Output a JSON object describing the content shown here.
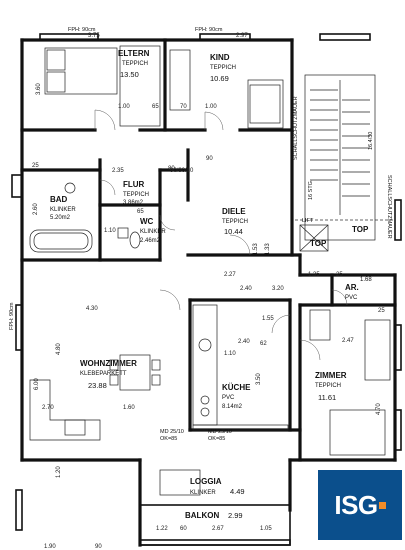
{
  "rooms": {
    "eltern": {
      "name": "ELTERN",
      "floor": "TEPPICH",
      "area": "13.50"
    },
    "kind": {
      "name": "KIND",
      "floor": "TEPPICH",
      "area": "10.69"
    },
    "bad": {
      "name": "BAD",
      "floor": "KLINKER",
      "area": "5.20m2"
    },
    "flur": {
      "name": "FLUR",
      "floor": "TEPPICH",
      "area": "3.86m2"
    },
    "wc": {
      "name": "WC",
      "floor": "KLINKER",
      "area": "2.46m2"
    },
    "diele": {
      "name": "DIELE",
      "floor": "TEPPICH",
      "area": "10.44"
    },
    "ar": {
      "name": "AR.",
      "floor": "PVC",
      "area": "1.68"
    },
    "wohnzimmer": {
      "name": "WOHNZIMMER",
      "floor": "KLEBEPARKETT",
      "area": "23.88"
    },
    "kueche": {
      "name": "KÜCHE",
      "floor": "PVC",
      "area": "8.14m2"
    },
    "zimmer": {
      "name": "ZIMMER",
      "floor": "TEPPICH",
      "area": "11.61"
    },
    "loggia": {
      "name": "LOGGIA",
      "floor": "KLINKER",
      "area": "4.49"
    },
    "balkon": {
      "name": "BALKON",
      "area": "2.99"
    }
  },
  "stairs": {
    "label": "16 STG.",
    "ratio": "16.4/30",
    "tops": [
      "TOP",
      "TOP"
    ],
    "lift": "LIFT"
  },
  "shaft_label": "SCHALLSCHUTZMAUER",
  "window_labels": [
    "FPH: 90cm",
    "FPH: 90cm",
    "FPH: 90cm"
  ],
  "dimensions": {
    "top": [
      "3.75",
      "2.97"
    ],
    "eltern_side": "3.60",
    "eltern_bottom": [
      "1.00",
      "65"
    ],
    "kind_bottom": [
      "1.00",
      "70"
    ],
    "flur_top": [
      "2.35",
      "90/90/10",
      "90"
    ],
    "bad_side": "2.60",
    "bad_top": "25",
    "wc_left": "1.10",
    "wc_door": "65",
    "diele_door": "80",
    "diele_width": "2.27",
    "diele_side": [
      "1.53",
      "1.33"
    ],
    "right_top": [
      "1.35",
      "25"
    ],
    "left_col": [
      "2.40",
      "3.20"
    ],
    "wz_width": "4.30",
    "wz_height": "4.80",
    "wz_side": "6.00",
    "wz_bottom": [
      "2.70",
      "1.60"
    ],
    "kue_dims": [
      "2.40",
      "3.50",
      "62",
      "1.55",
      "1.10"
    ],
    "zimmer_dims": [
      "2.47",
      "25",
      "4.70"
    ],
    "balkon_dims": [
      "1.22",
      "2.67",
      "60",
      "1.05"
    ],
    "doors": [
      "MD 25/10",
      "OK=85",
      "MD 25/10",
      "OK=85"
    ],
    "bottom_left": "1.20",
    "bottom_strip": [
      "1.90",
      "90"
    ]
  },
  "logo": {
    "text": "ISG"
  }
}
